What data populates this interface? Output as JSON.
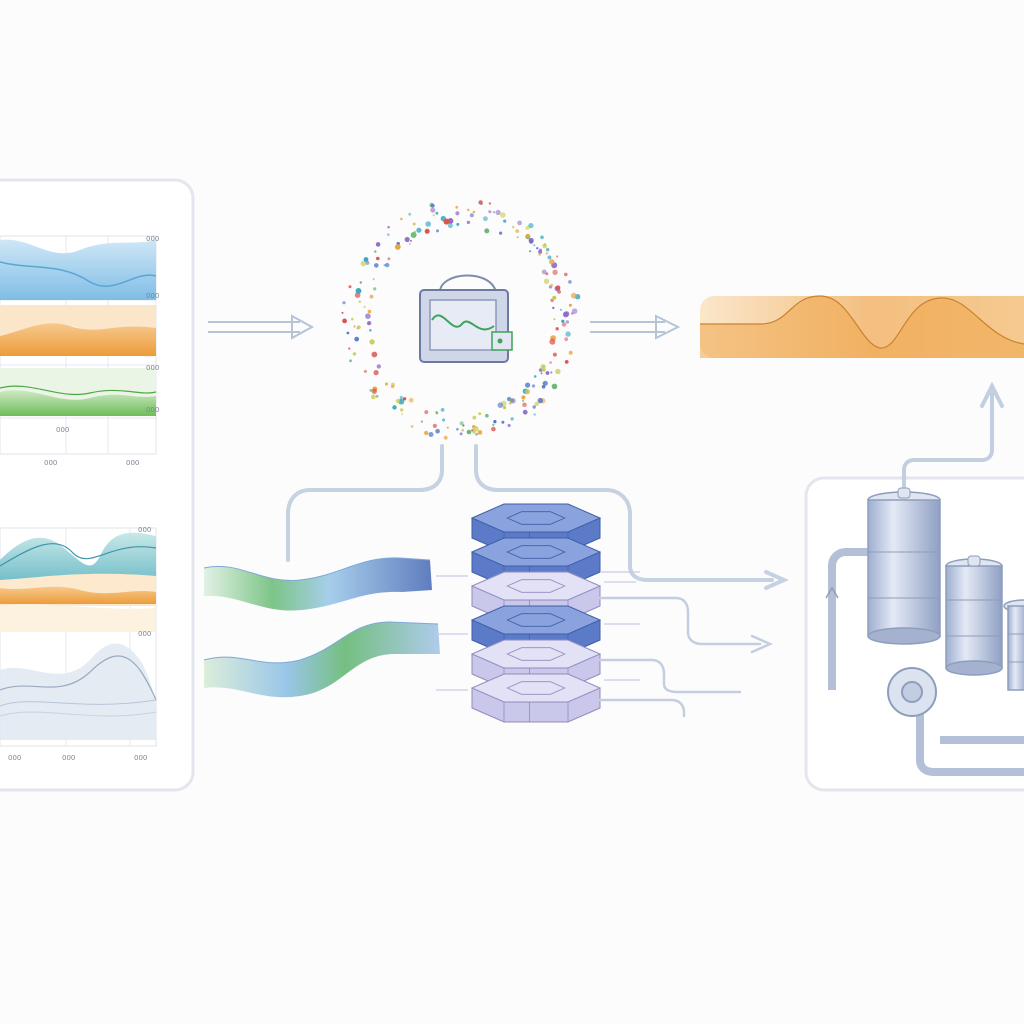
{
  "colors": {
    "background": "#fcfcfd",
    "panel_border": "#e3e6ec",
    "arrow": "#b7c4d6",
    "pipe": "#a9b8cf",
    "blue_band": "#8fc7e8",
    "orange_band": "#efa64a",
    "green_band": "#7cc46a",
    "teal_band": "#7cc3c6",
    "hex_blue": "#5b7bc9",
    "hex_lavender": "#c9c8ea",
    "tank": "#c7d2e6"
  },
  "icons": {
    "monitor": "processor-monitor-icon",
    "particles": "particle-ring-icon",
    "tanks": "storage-tank-icon",
    "valve": "pipe-valve-icon"
  },
  "upper_chart": {
    "tick_labels": [
      "000",
      "000",
      "000",
      "000",
      "000"
    ],
    "x_labels": [
      "000",
      "000"
    ],
    "bands": [
      "blue",
      "orange",
      "green"
    ]
  },
  "lower_chart": {
    "tick_labels": [
      "000",
      "000"
    ],
    "x_labels": [
      "000",
      "000",
      "000"
    ],
    "bands": [
      "teal",
      "orange",
      "gray"
    ]
  },
  "hex_stack": {
    "layers": [
      "blue",
      "blue",
      "lavender",
      "blue",
      "lavender",
      "lavender"
    ]
  }
}
